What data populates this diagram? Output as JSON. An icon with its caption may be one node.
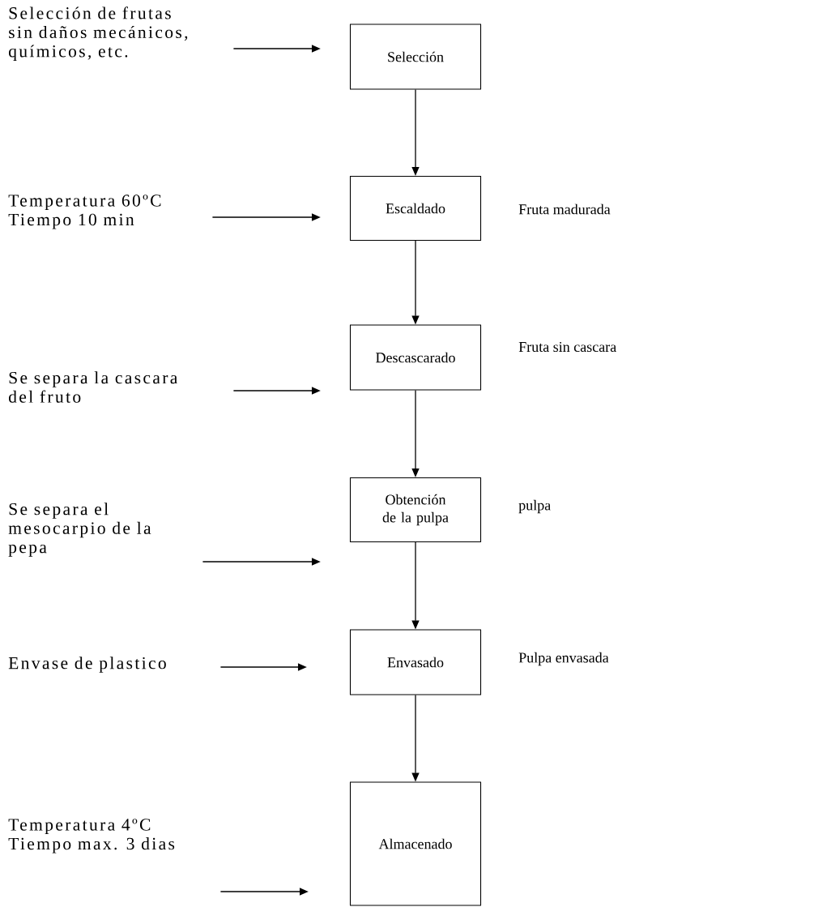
{
  "diagram": {
    "nodes": [
      {
        "text": [
          "Selección de frutas sin daños mecánicos, químicos, etc."
        ]
      },
      {
        "text": [
          "Selección"
        ]
      },
      {
        "text": [
          "Temperatura  60ºC Tiempo 10 min"
        ]
      },
      {
        "text": [
          "Escaldado"
        ],
        "beside": [
          "Fruta madurada"
        ]
      },
      {
        "text": [
          "Se separa la cascara del fruto"
        ]
      },
      {
        "text": [
          "Descascarado"
        ],
        "beside": [
          "Fruta sin cascara"
        ]
      },
      {
        "text": [
          "Se separa el mesocarpio de la pepa"
        ]
      },
      {
        "text": [
          "Obtención de la pulpa"
        ],
        "beside": [
          "pulpa"
        ]
      },
      {
        "text": [
          "Envase de plastico"
        ]
      },
      {
        "text": [
          "Envasado"
        ],
        "beside": [
          "Pulpa envasada"
        ]
      },
      {
        "text": [
          "Temperatura  4ºC Tiempo max. 3 dias"
        ]
      },
      {
        "text": [
          "Almacenado"
        ]
      }
    ],
    "edges": [
      {
        "from": 0,
        "to": 1,
        "arrow": "to"
      },
      {
        "from": 2,
        "to": 3,
        "arrow": "to"
      },
      {
        "from": 4,
        "to": 5,
        "arrow": "to"
      },
      {
        "from": 6,
        "to": 7,
        "arrow": "to"
      },
      {
        "from": 8,
        "to": 9,
        "arrow": "to"
      },
      {
        "from": 10,
        "to": 11,
        "arrow": "to"
      },
      {
        "from": 1,
        "to": 3,
        "arrow": "to"
      },
      {
        "from": 3,
        "to": 5,
        "arrow": "to"
      },
      {
        "from": 5,
        "to": 7,
        "arrow": "to"
      },
      {
        "from": 7,
        "to": 9,
        "arrow": "to"
      },
      {
        "from": 9,
        "to": 11,
        "arrow": "to"
      }
    ]
  }
}
